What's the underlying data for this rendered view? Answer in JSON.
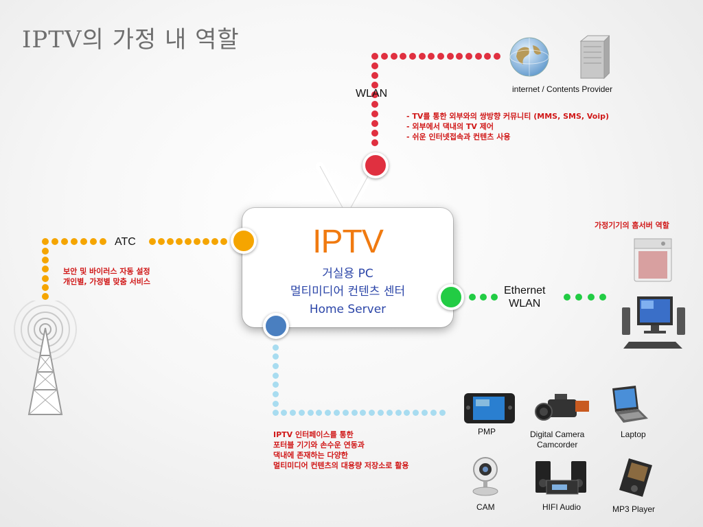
{
  "title": "IPTV의 가정 내 역할",
  "center": {
    "title": "IPTV",
    "line1": "거실용 PC",
    "line2": "멀티미디어 컨텐츠 센터",
    "line3": "Home Server"
  },
  "wlan": {
    "label": "WLAN",
    "provider_caption": "internet  /  Contents Provider",
    "notes": [
      "- TV를 통한 외부와의 쌍방향 커뮤니티 (MMS, SMS, Voip)",
      "- 외부에서 댁내의 TV 제어",
      "- 쉬운 인터넷접속과 컨텐츠 사용"
    ]
  },
  "atc": {
    "label": "ATC",
    "notes": [
      "보안 및 바이러스 자동 설정",
      "개인별, 가정별 맞춤 서비스"
    ]
  },
  "ethernet": {
    "label_line1": "Ethernet",
    "label_line2": "WLAN",
    "note": "가정기기의 홈서버 역할"
  },
  "devices_note": [
    "IPTV 인터페이스를 통한",
    "포터블 기기와 손수운 연동과",
    "댁내에 존재하는 다양한",
    "멀티미디어 컨텐츠의 대용량 저장소로 활용"
  ],
  "devices": {
    "pmp": "PMP",
    "camera_line1": "Digital Camera",
    "camera_line2": "Camcorder",
    "laptop": "Laptop",
    "cam": "CAM",
    "hifi": "HIFI Audio",
    "mp3": "MP3 Player"
  },
  "colors": {
    "red": "#e03040",
    "orange": "#f5a500",
    "green": "#22cc44",
    "blue": "#4a7fc0",
    "tv_title": "#f07a10",
    "tv_sub": "#2c46a8"
  }
}
